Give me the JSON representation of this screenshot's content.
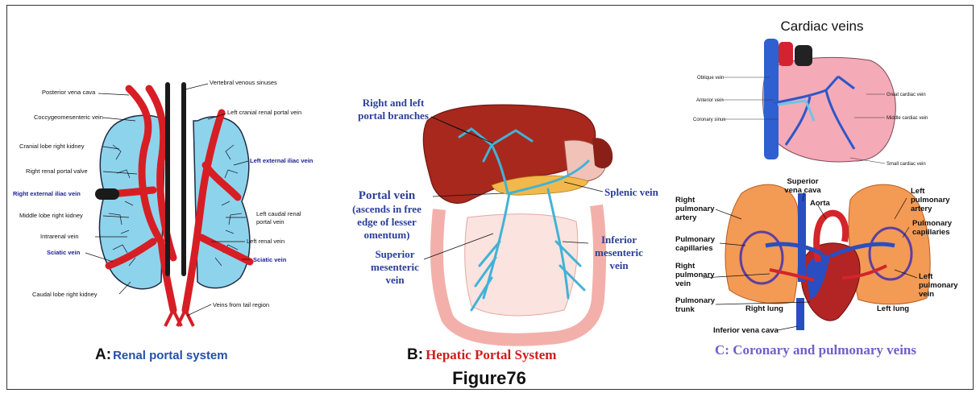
{
  "figure_label": "Figure76",
  "panel_a": {
    "prefix": "A:",
    "caption": "Renal portal system",
    "labels": {
      "posterior_vena_cava": "Posterior vena cava",
      "vertebral_venous_sinuses": "Vertebral venous sinuses",
      "coccygeomesenteric_vein": "Coccygeomesenteric vein",
      "left_cranial_renal_portal_vein": "Left cranial renal portal vein",
      "cranial_lobe_right_kidney": "Cranial lobe right kidney",
      "left_external_iliac_vein": "Left external iliac vein",
      "right_renal_portal_valve": "Right renal portal valve",
      "right_external_iliac_vein": "Right external iliac vein",
      "middle_lobe_right_kidney": "Middle lobe right kidney",
      "left_caudal_renal_portal_vein_1": "Left caudal renal",
      "left_caudal_renal_portal_vein_2": "portal vein",
      "intrarenal_vein": "Intrarenal vein",
      "left_renal_vein": "Left renal vein",
      "sciatic_vein_left": "Sciatic vein",
      "sciatic_vein_right": "Sciatic vein",
      "caudal_lobe_right_kidney": "Caudal lobe right kidney",
      "veins_from_tail_region": "Veins from tail region"
    }
  },
  "panel_b": {
    "prefix": "B:",
    "caption": "Hepatic Portal System",
    "labels": {
      "portal_branches_1": "Right and left",
      "portal_branches_2": "portal branches",
      "portal_vein": "Portal vein",
      "portal_vein_desc_1": "(ascends in free",
      "portal_vein_desc_2": "edge of lesser",
      "portal_vein_desc_3": "omentum)",
      "splenic_vein": "Splenic vein",
      "superior_mesenteric_1": "Superior",
      "superior_mesenteric_2": "mesenteric",
      "superior_mesenteric_3": "vein",
      "inferior_mesenteric_1": "Inferior",
      "inferior_mesenteric_2": "mesenteric",
      "inferior_mesenteric_3": "vein"
    }
  },
  "panel_c": {
    "caption": "C: Coronary and pulmonary veins",
    "cardiac_title": "Cardiac veins",
    "cardiac_labels": {
      "oblique_vein": "Oblique vein",
      "anterior_vein": "Anterior vein",
      "coronary_sinus": "Coronary sinus",
      "great_cardiac_vein": "Great cardiac vein",
      "middle_cardiac_vein": "Middle cardiac vein",
      "small_cardiac_vein": "Small cardiac vein"
    },
    "pulmonary_labels": {
      "superior_vena_cava_1": "Superior",
      "superior_vena_cava_2": "vena cava",
      "aorta": "Aorta",
      "right_pulmonary_artery_1": "Right",
      "right_pulmonary_artery_2": "pulmonary",
      "right_pulmonary_artery_3": "artery",
      "left_pulmonary_artery_1": "Left",
      "left_pulmonary_artery_2": "pulmonary",
      "left_pulmonary_artery_3": "artery",
      "pulmonary_capillaries_r1": "Pulmonary",
      "pulmonary_capillaries_r2": "capillaries",
      "pulmonary_capillaries_l1": "Pulmonary",
      "pulmonary_capillaries_l2": "capillaries",
      "right_pulmonary_vein_1": "Right",
      "right_pulmonary_vein_2": "pulmonary",
      "right_pulmonary_vein_3": "vein",
      "left_pulmonary_vein_1": "Left",
      "left_pulmonary_vein_2": "pulmonary",
      "left_pulmonary_vein_3": "vein",
      "pulmonary_trunk_1": "Pulmonary",
      "pulmonary_trunk_2": "trunk",
      "right_lung": "Right lung",
      "left_lung": "Left lung",
      "inferior_vena_cava": "Inferior vena cava"
    }
  }
}
